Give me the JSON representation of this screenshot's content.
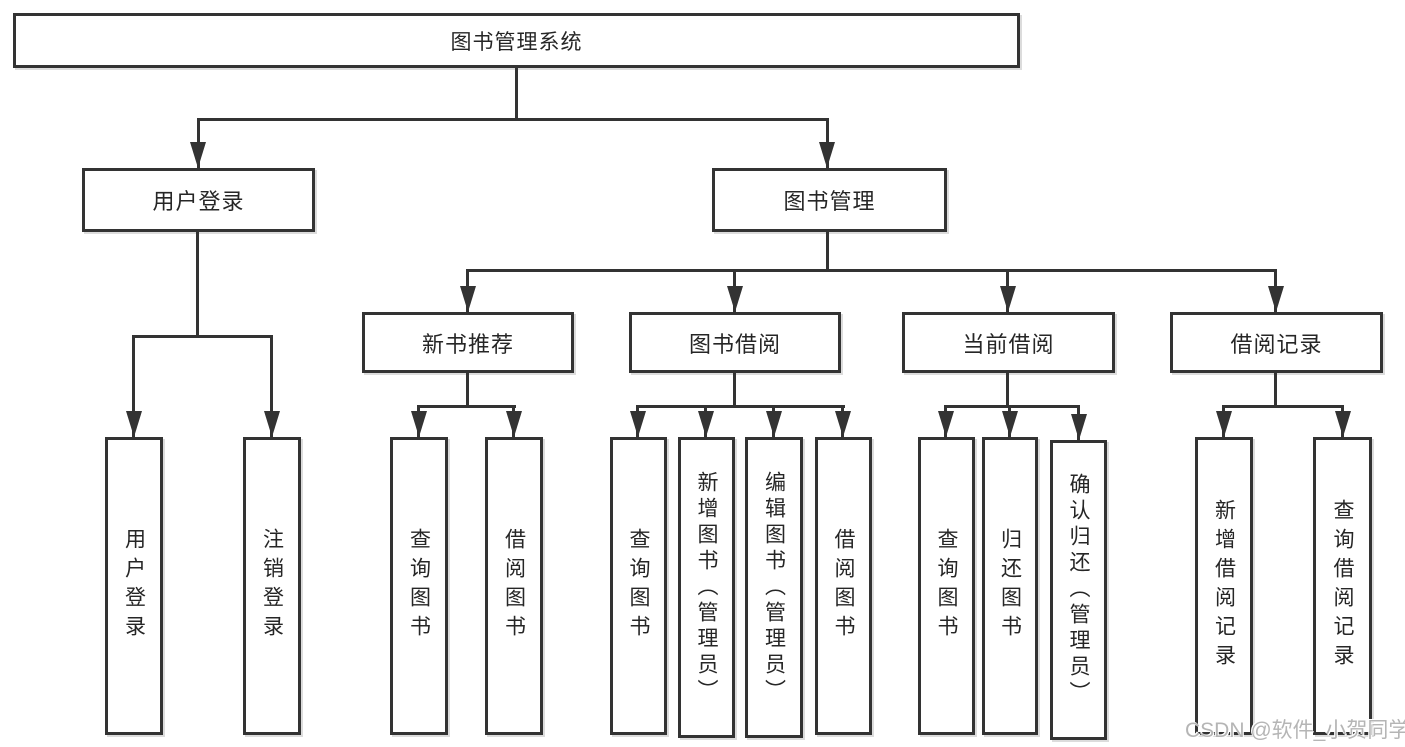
{
  "colors": {
    "line": "#333333",
    "text": "#262626",
    "background": "#ffffff",
    "watermark": "#b5b5b5"
  },
  "watermark": {
    "text": "CSDN @软件_小贺同学"
  },
  "tree": {
    "root": {
      "label": "图书管理系统",
      "children": [
        {
          "label": "用户登录",
          "children": [
            {
              "label": "用户登录"
            },
            {
              "label": "注销登录"
            }
          ]
        },
        {
          "label": "图书管理",
          "children": [
            {
              "label": "新书推荐",
              "children": [
                {
                  "label": "查询图书"
                },
                {
                  "label": "借阅图书"
                }
              ]
            },
            {
              "label": "图书借阅",
              "children": [
                {
                  "label": "查询图书"
                },
                {
                  "label": "新增图书（管理员）"
                },
                {
                  "label": "编辑图书（管理员）"
                },
                {
                  "label": "借阅图书"
                }
              ]
            },
            {
              "label": "当前借阅",
              "children": [
                {
                  "label": "查询图书"
                },
                {
                  "label": "归还图书"
                },
                {
                  "label": "确认归还（管理员）"
                }
              ]
            },
            {
              "label": "借阅记录",
              "children": [
                {
                  "label": "新增借阅记录"
                },
                {
                  "label": "查询借阅记录"
                }
              ]
            }
          ]
        }
      ]
    }
  }
}
